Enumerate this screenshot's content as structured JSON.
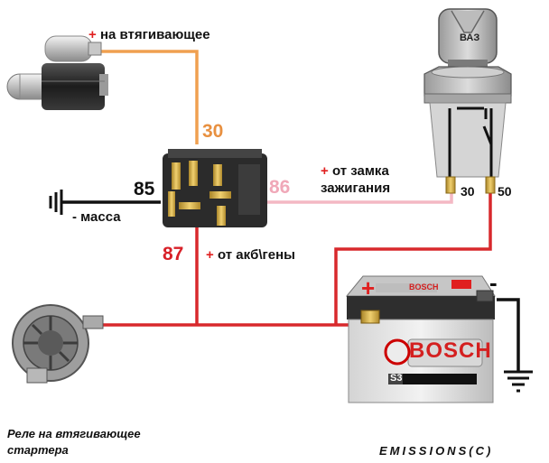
{
  "labels": {
    "plus_sign": "+",
    "minus_sign": "-",
    "to_solenoid": "на втягивающее",
    "from_ignition_line1": "от замка",
    "from_ignition_line2": "зажигания",
    "from_battery_gen": "от акб\\гены",
    "ground": "- масса",
    "caption_line1": "Реле на втягивающее",
    "caption_line2": "стартера",
    "watermark": "EMISSIONS(C)"
  },
  "pins": {
    "p30": "30",
    "p85": "85",
    "p86": "86",
    "p87": "87",
    "switch_30": "30",
    "switch_50": "50"
  },
  "brands": {
    "key": "ВАЗ",
    "battery": "BOSCH",
    "battery_small": "BOSCH",
    "battery_model": "S3"
  },
  "colors": {
    "wire_30": "#f0a050",
    "wire_86": "#f4b8c4",
    "wire_87": "#d8282c",
    "wire_ground": "#111111",
    "pin_30": "#e89040",
    "pin_86": "#f0a8b8",
    "pin_87": "#d82028",
    "plus": "#e02020"
  }
}
